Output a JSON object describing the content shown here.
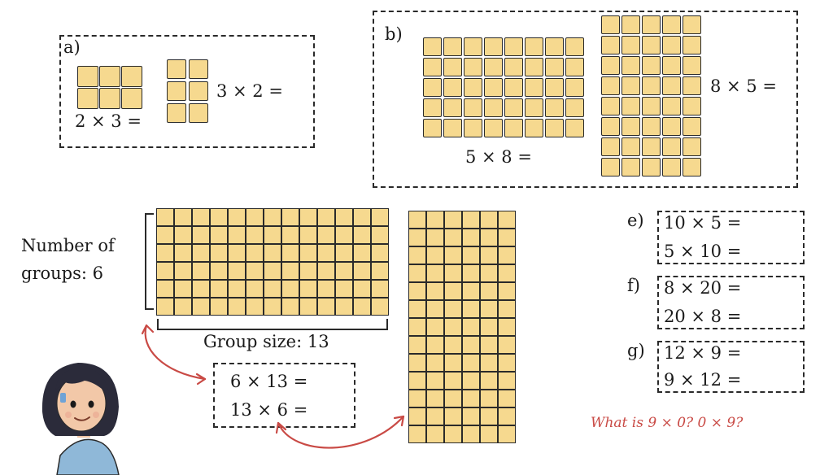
{
  "part_a": {
    "label": "a)",
    "expr1": "2 × 3 =",
    "expr2": "3 × 2 =",
    "grid1": {
      "rows": 2,
      "cols": 3
    },
    "grid2": {
      "rows": 3,
      "cols": 2
    }
  },
  "part_b": {
    "label": "b)",
    "expr1": "5 × 8 =",
    "expr2": "8 × 5 =",
    "grid1": {
      "rows": 5,
      "cols": 8
    },
    "grid2": {
      "rows": 8,
      "cols": 5
    }
  },
  "part_c": {
    "groups_label_line1": "Number of",
    "groups_label_line2": "groups: 6",
    "group_size_label": "Group size: 13",
    "grid1": {
      "rows": 6,
      "cols": 13
    },
    "grid2": {
      "rows": 13,
      "cols": 6
    },
    "expr1": "6 × 13 =",
    "expr2": "13 × 6 ="
  },
  "part_e": {
    "label": "e)",
    "expr1": "10 × 5 =",
    "expr2": "5 × 10 ="
  },
  "part_f": {
    "label": "f)",
    "expr1": "8 × 20 =",
    "expr2": "20 × 8 ="
  },
  "part_g": {
    "label": "g)",
    "expr1": "12 × 9 =",
    "expr2": "9 × 12 ="
  },
  "question": "What is 9 × 0? 0 × 9?",
  "colors": {
    "tile": "#f6d98f",
    "arrow": "#c94a45"
  }
}
